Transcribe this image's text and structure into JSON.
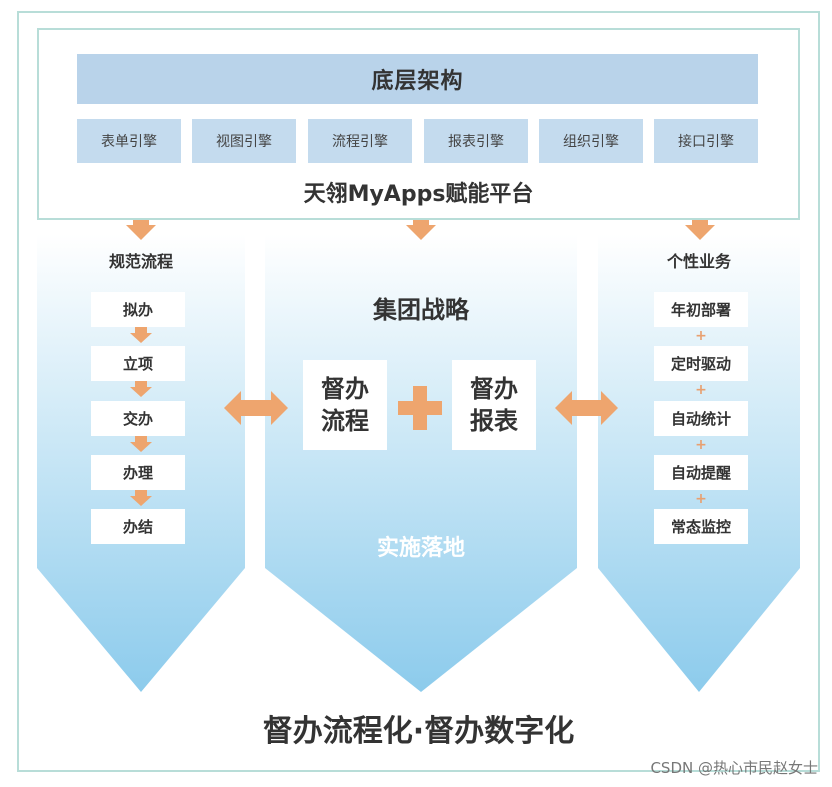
{
  "platform": {
    "base_layer": "底层架构",
    "engines": [
      "表单引擎",
      "视图引擎",
      "流程引擎",
      "报表引擎",
      "组织引擎",
      "接口引擎"
    ],
    "name": "天翎MyApps赋能平台"
  },
  "left_column": {
    "title": "规范流程",
    "steps": [
      "拟办",
      "立项",
      "交办",
      "办理",
      "办结"
    ]
  },
  "center_column": {
    "title": "集团战略",
    "box_left": "督办\n流程",
    "box_right": "督办\n报表",
    "subtitle": "实施落地"
  },
  "right_column": {
    "title": "个性业务",
    "items": [
      "年初部署",
      "定时驱动",
      "自动统计",
      "自动提醒",
      "常态监控"
    ]
  },
  "footer": "督办流程化·督办数字化",
  "watermark": "CSDN @热心市民赵女士",
  "colors": {
    "arrow": "#eea56e",
    "bar": "#b9d3ea",
    "gradient_top": "#ffffff",
    "gradient_bottom": "#8ccbec",
    "frame": "#b8ddd8"
  }
}
